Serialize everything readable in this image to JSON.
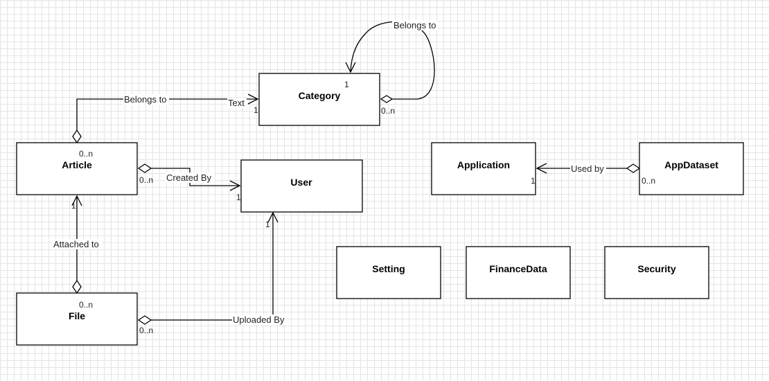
{
  "entities": {
    "category": "Category",
    "article": "Article",
    "user": "User",
    "file": "File",
    "application": "Application",
    "appdataset": "AppDataset",
    "setting": "Setting",
    "financedata": "FinanceData",
    "security": "Security"
  },
  "relations": {
    "category_self": "Belongs to",
    "article_category": "Belongs to",
    "article_category_extra": "Text",
    "article_user": "Created By",
    "file_article": "Attached to",
    "file_user": "Uploaded By",
    "appdataset_application": "Used by"
  },
  "multiplicities": {
    "category_self_target": "1",
    "category_self_source": "0..n",
    "category_from_article": "1",
    "article_to_category": "0..n",
    "article_to_user": "0..n",
    "user_from_article": "1",
    "article_from_file": "1",
    "file_to_article": "0..n",
    "file_to_user": "0..n",
    "user_from_file": "1",
    "application_from_appdataset": "1",
    "appdataset_to_application": "0..n"
  },
  "colors": {
    "line": "#000000",
    "box_fill": "#ffffff",
    "grid": "#e4e4e4"
  }
}
